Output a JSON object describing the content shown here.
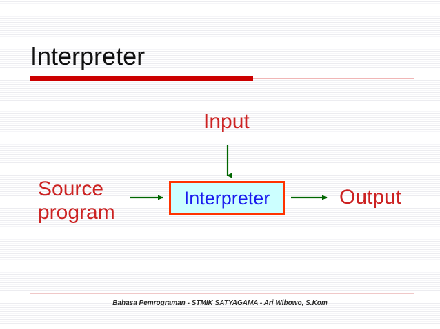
{
  "slide": {
    "title": "Interpreter",
    "footer": "Bahasa Pemrograman - STMIK SATYAGAMA - Ari Wibowo, S.Kom"
  },
  "colors": {
    "title_text": "#111111",
    "title_rule_thick": "#cc0000",
    "title_rule_thin": "#f0b6b6",
    "label_red": "#cc2222",
    "arrow_green": "#006600",
    "box_border": "#ff3300",
    "box_fill": "#ccffff",
    "box_text": "#1a1aee",
    "footer_rule": "#f0c8c8",
    "background": "#ffffff"
  },
  "diagram": {
    "type": "flow-diagram",
    "nodes": [
      {
        "id": "input",
        "label": "Input",
        "style": "plain-text-red"
      },
      {
        "id": "source_program",
        "label": "Source\nprogram",
        "style": "plain-text-red"
      },
      {
        "id": "interpreter",
        "label": "Interpreter",
        "style": "boxed"
      },
      {
        "id": "output",
        "label": "Output",
        "style": "plain-text-red"
      }
    ],
    "edges": [
      {
        "from": "input",
        "to": "interpreter",
        "direction": "down",
        "color": "#006600"
      },
      {
        "from": "source_program",
        "to": "interpreter",
        "direction": "right",
        "color": "#006600"
      },
      {
        "from": "interpreter",
        "to": "output",
        "direction": "right",
        "color": "#006600"
      }
    ]
  }
}
